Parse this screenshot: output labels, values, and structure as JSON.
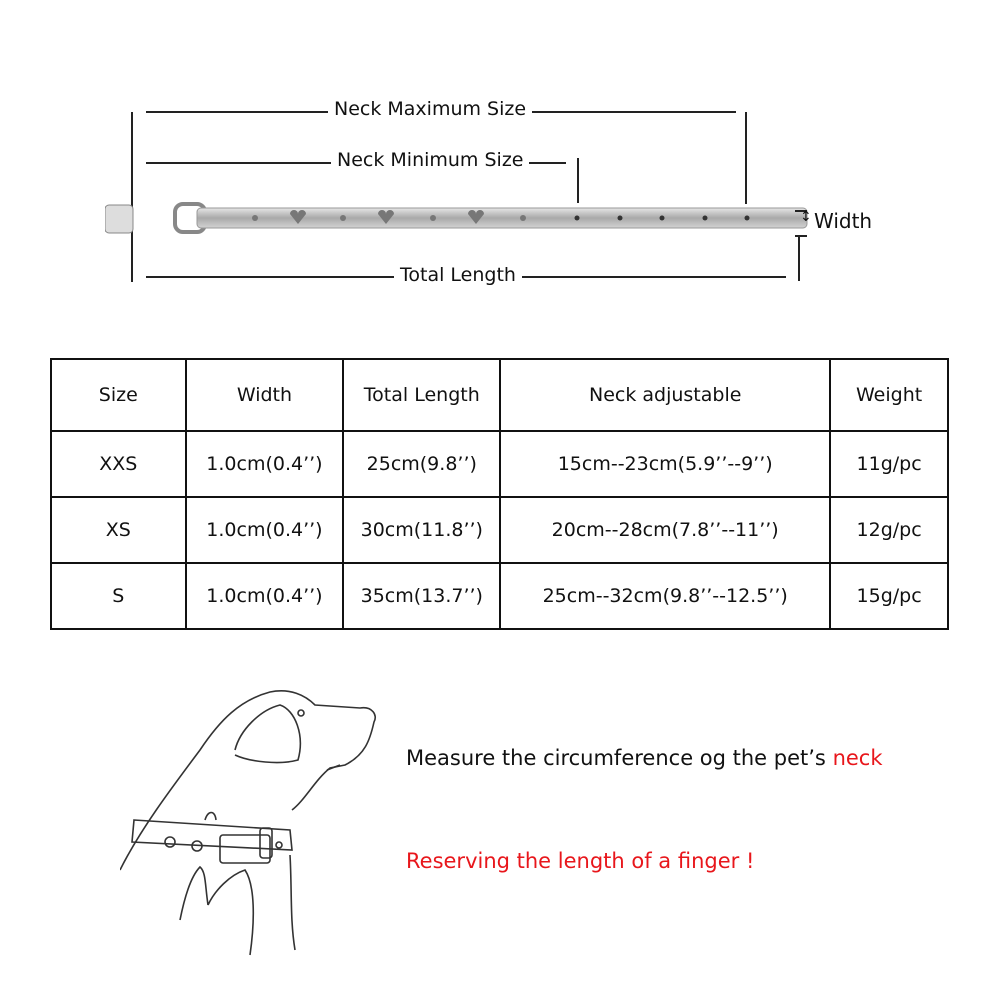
{
  "diagram": {
    "neck_max_label": "Neck Maximum Size",
    "neck_min_label": "Neck Minimum Size",
    "total_length_label": "Total Length",
    "width_label": "Width"
  },
  "table": {
    "headers": [
      "Size",
      "Width",
      "Total Length",
      "Neck adjustable",
      "Weight"
    ],
    "rows": [
      [
        "XXS",
        "1.0cm(0.4’’)",
        "25cm(9.8’’)",
        "15cm--23cm(5.9’’--9’’)",
        "11g/pc"
      ],
      [
        "XS",
        "1.0cm(0.4’’)",
        "30cm(11.8’’)",
        "20cm--28cm(7.8’’--11’’)",
        "12g/pc"
      ],
      [
        "S",
        "1.0cm(0.4’’)",
        "35cm(13.7’’)",
        "25cm--32cm(9.8’’--12.5’’)",
        "15g/pc"
      ]
    ]
  },
  "instructions": {
    "measure_prefix": "Measure the circumference og the pet’s ",
    "measure_highlight": "neck",
    "finger_note": "Reserving the length of a finger !",
    "highlight_color": "#e8161b"
  }
}
